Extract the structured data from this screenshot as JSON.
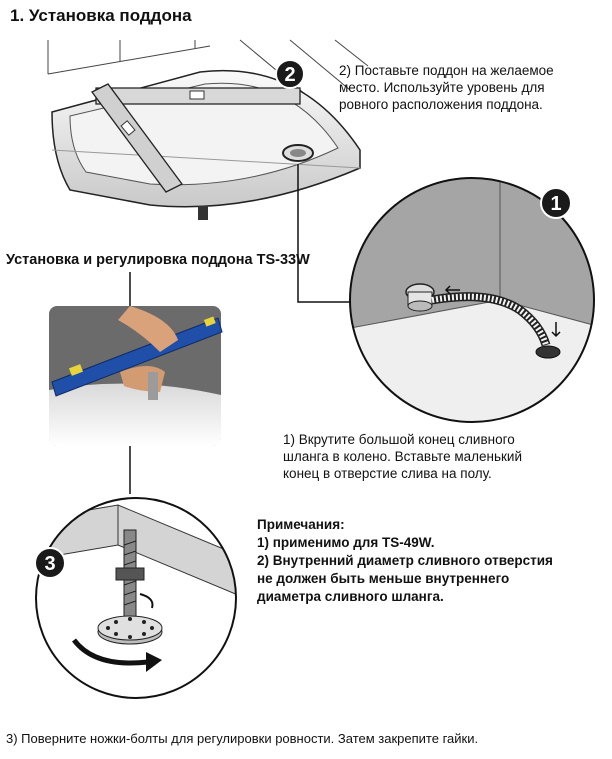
{
  "title": "1. Установка поддона",
  "subtitle": "Установка и регулировка поддона TS-33W",
  "step2": {
    "badge": "2",
    "lines": [
      "2) Поставьте поддон на желаемое",
      "место. Используйте уровень для",
      "ровного расположения поддона."
    ]
  },
  "step1": {
    "badge": "1",
    "lines": [
      "1) Вкрутите большой конец сливного",
      "шланга в колено. Вставьте маленький",
      "конец в отверстие слива на полу."
    ]
  },
  "notes": {
    "heading": "Примечания:",
    "items": [
      "1) применимо для TS-49W.",
      "2) Внутренний диаметр сливного отверстия",
      "не должен быть меньше внутреннего",
      "диаметра сливного шланга."
    ]
  },
  "step3": {
    "badge": "3",
    "text": "3) Поверните ножки-болты для регулировки ровности. Затем закрепите гайки."
  },
  "colors": {
    "badge": "#1a1a1a",
    "photo_level": "#1f4fa8",
    "photo_bg": "#6b6b6b"
  }
}
